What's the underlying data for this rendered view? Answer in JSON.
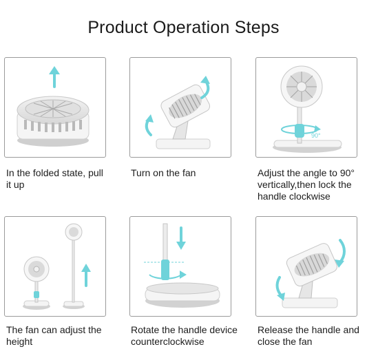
{
  "title": "Product Operation Steps",
  "accent_color": "#6fd3da",
  "steps": [
    {
      "caption": "In the folded state, pull it up",
      "icon": "folded-fan-up-arrow-icon"
    },
    {
      "caption": "Turn on the fan",
      "icon": "fan-tilt-icon"
    },
    {
      "caption": "Adjust the angle to 90° vertically,then lock the handle clockwise",
      "icon": "fan-rotate-90-icon",
      "angle_label": "90°"
    },
    {
      "caption": "The fan can adjust the height",
      "icon": "fan-height-icon"
    },
    {
      "caption": "Rotate the handle device counterclockwise",
      "icon": "handle-counterclockwise-icon"
    },
    {
      "caption": "Release the handle and close the fan",
      "icon": "fan-close-icon"
    }
  ]
}
